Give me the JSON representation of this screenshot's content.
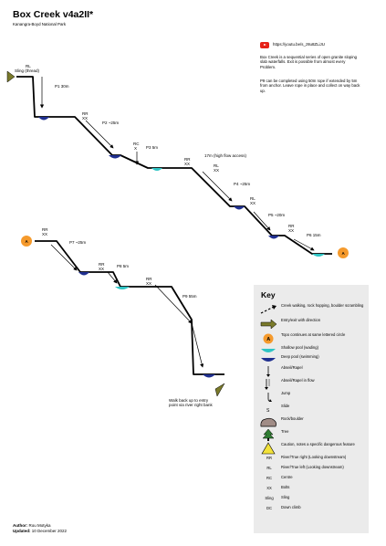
{
  "title": "Box Creek v4a2II*",
  "subtitle": "Kanangra-Boyd National Park",
  "video_url": "https://youtu.be/s_z8u8ZLiJU",
  "note1": "Box Creek is a sequential series of open granite sloping slab waterfalls. Exit is possible from almost every Problem.",
  "note2": "P9 can be completed using 50m rope if extended by 5m from anchor. Leave rope in place and collect on way back up.",
  "diagram_labels": {
    "rl_sling": "RL",
    "sling_thread": "Sling (thread)",
    "p1": "P1 30m",
    "rr_p2": "RR",
    "xx_p2": "XX",
    "p2": "P2 ~25m",
    "rc": "RC",
    "x_rc": "X",
    "p3": "P3 5m",
    "rr_p4": "RR",
    "xx_p4": "XX",
    "high_flow": "17m (high flow access)",
    "rl_p4": "RL",
    "xx_p4b": "XX",
    "p4": "P4 ~25m",
    "rl_p5": "RL",
    "xx_p5": "XX",
    "p5": "P5 ~20m",
    "rr_p6": "RR",
    "xx_p6": "XX",
    "p6": "P6 15m",
    "a_left": "A",
    "a_right": "A",
    "rr_p7": "RR",
    "xx_p7": "XX",
    "p7": "P7 ~25m",
    "rr_p8": "RR",
    "xx_p8": "XX",
    "p8": "P8 5m",
    "rr_p9": "RR",
    "xx_p9": "XX",
    "p9": "P9 55m",
    "walk_back": "Walk back up to entry point via river right bank"
  },
  "key": {
    "title": "Key",
    "items": [
      {
        "symbol": "dashed-arrow-icon",
        "text": "Creek walking, rock hopping, boulder scrambling"
      },
      {
        "symbol": "entry-arrow-icon",
        "text": "Entry/exit with direction"
      },
      {
        "symbol": "topo-continue-icon",
        "letter": "A",
        "text": "Topo continues at same lettered circle"
      },
      {
        "symbol": "shallow-pool-icon",
        "text": "Shallow pool (wading)"
      },
      {
        "symbol": "deep-pool-icon",
        "text": "Deep pool (swimming)"
      },
      {
        "symbol": "abseil-icon",
        "text": "Abseil/Rapel"
      },
      {
        "symbol": "abseil-flow-icon",
        "text": "Abseil/Rapel in flow"
      },
      {
        "symbol": "jump-icon",
        "text": "Jump"
      },
      {
        "symbol": "slide-icon",
        "letter": "S",
        "text": "Slide"
      },
      {
        "symbol": "rock-icon",
        "text": "Rock/boulder"
      },
      {
        "symbol": "tree-icon",
        "text": "Tree"
      },
      {
        "symbol": "caution-icon",
        "text": "Caution, notes a specific dangerous feature"
      },
      {
        "abbr": "RR",
        "text": "River/True right (Looking downstream)"
      },
      {
        "abbr": "RL",
        "text": "River/True left (Looking downstream)"
      },
      {
        "abbr": "RC",
        "text": "Centre"
      },
      {
        "abbr": "XX",
        "text": "Bolts"
      },
      {
        "abbr": "Sling",
        "text": "Sling"
      },
      {
        "abbr": "DC",
        "text": "Down climb"
      }
    ]
  },
  "footer": {
    "author_label": "Author:",
    "author": "Rou Motyka",
    "updated_label": "Updated:",
    "updated": "10 December 2022"
  },
  "colors": {
    "deep_pool": "#1f2f8f",
    "shallow_pool": "#2ec4c4",
    "topo_circle": "#f59a2c",
    "youtube": "#e62117",
    "key_bg": "#ebebeb"
  }
}
